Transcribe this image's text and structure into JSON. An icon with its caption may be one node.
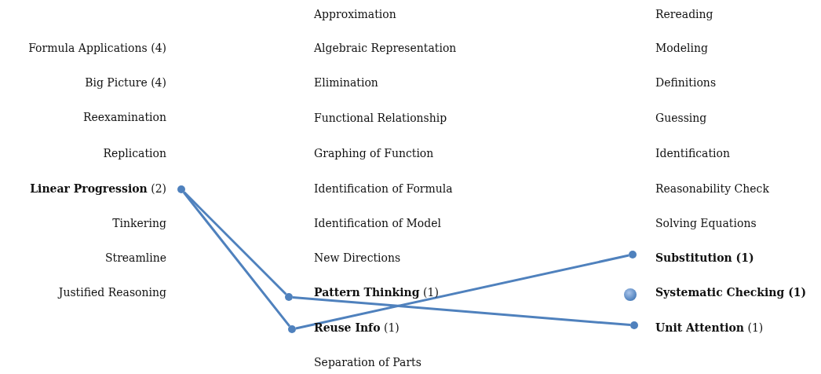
{
  "diagram": {
    "nodes": [
      {
        "text": [],
        "shape": "circle",
        "beside": [
          "**Linear Progression** (2)"
        ]
      },
      {
        "text": [],
        "shape": "circle",
        "beside": [
          "**Pattern Thinking** (1)"
        ]
      },
      {
        "text": [],
        "shape": "circle",
        "beside": [
          "**Reuse Info** (1)"
        ]
      },
      {
        "text": [],
        "shape": "circle",
        "beside": [
          "Substitution (1)"
        ]
      },
      {
        "text": [],
        "shape": "circle",
        "beside": [
          "Systematic Checking (1)"
        ]
      },
      {
        "text": [],
        "shape": "circle",
        "beside": [
          "**Unit Attention** (1)"
        ]
      }
    ],
    "edges": [
      {
        "from": 0,
        "to": 1,
        "arrow": "none"
      },
      {
        "from": 0,
        "to": 2,
        "arrow": "none"
      },
      {
        "from": 1,
        "to": 5,
        "arrow": "none"
      },
      {
        "from": 2,
        "to": 3,
        "arrow": "none"
      }
    ],
    "labels": [
      "Formula Applications (4)",
      "Big Picture (4)",
      "Reexamination",
      "Replication",
      "Tinkering",
      "Streamline",
      "Justified Reasoning",
      "Approximation",
      "Algebraic Representation",
      "Elimination",
      "Functional Relationship",
      "Graphing of Function",
      "Identification of Formula",
      "Identification of Model",
      "New Directions",
      "Separation of Parts",
      "Rereading",
      "Modeling",
      "Definitions",
      "Guessing",
      "Identification",
      "Reasonability Check",
      "Solving Equations"
    ]
  }
}
